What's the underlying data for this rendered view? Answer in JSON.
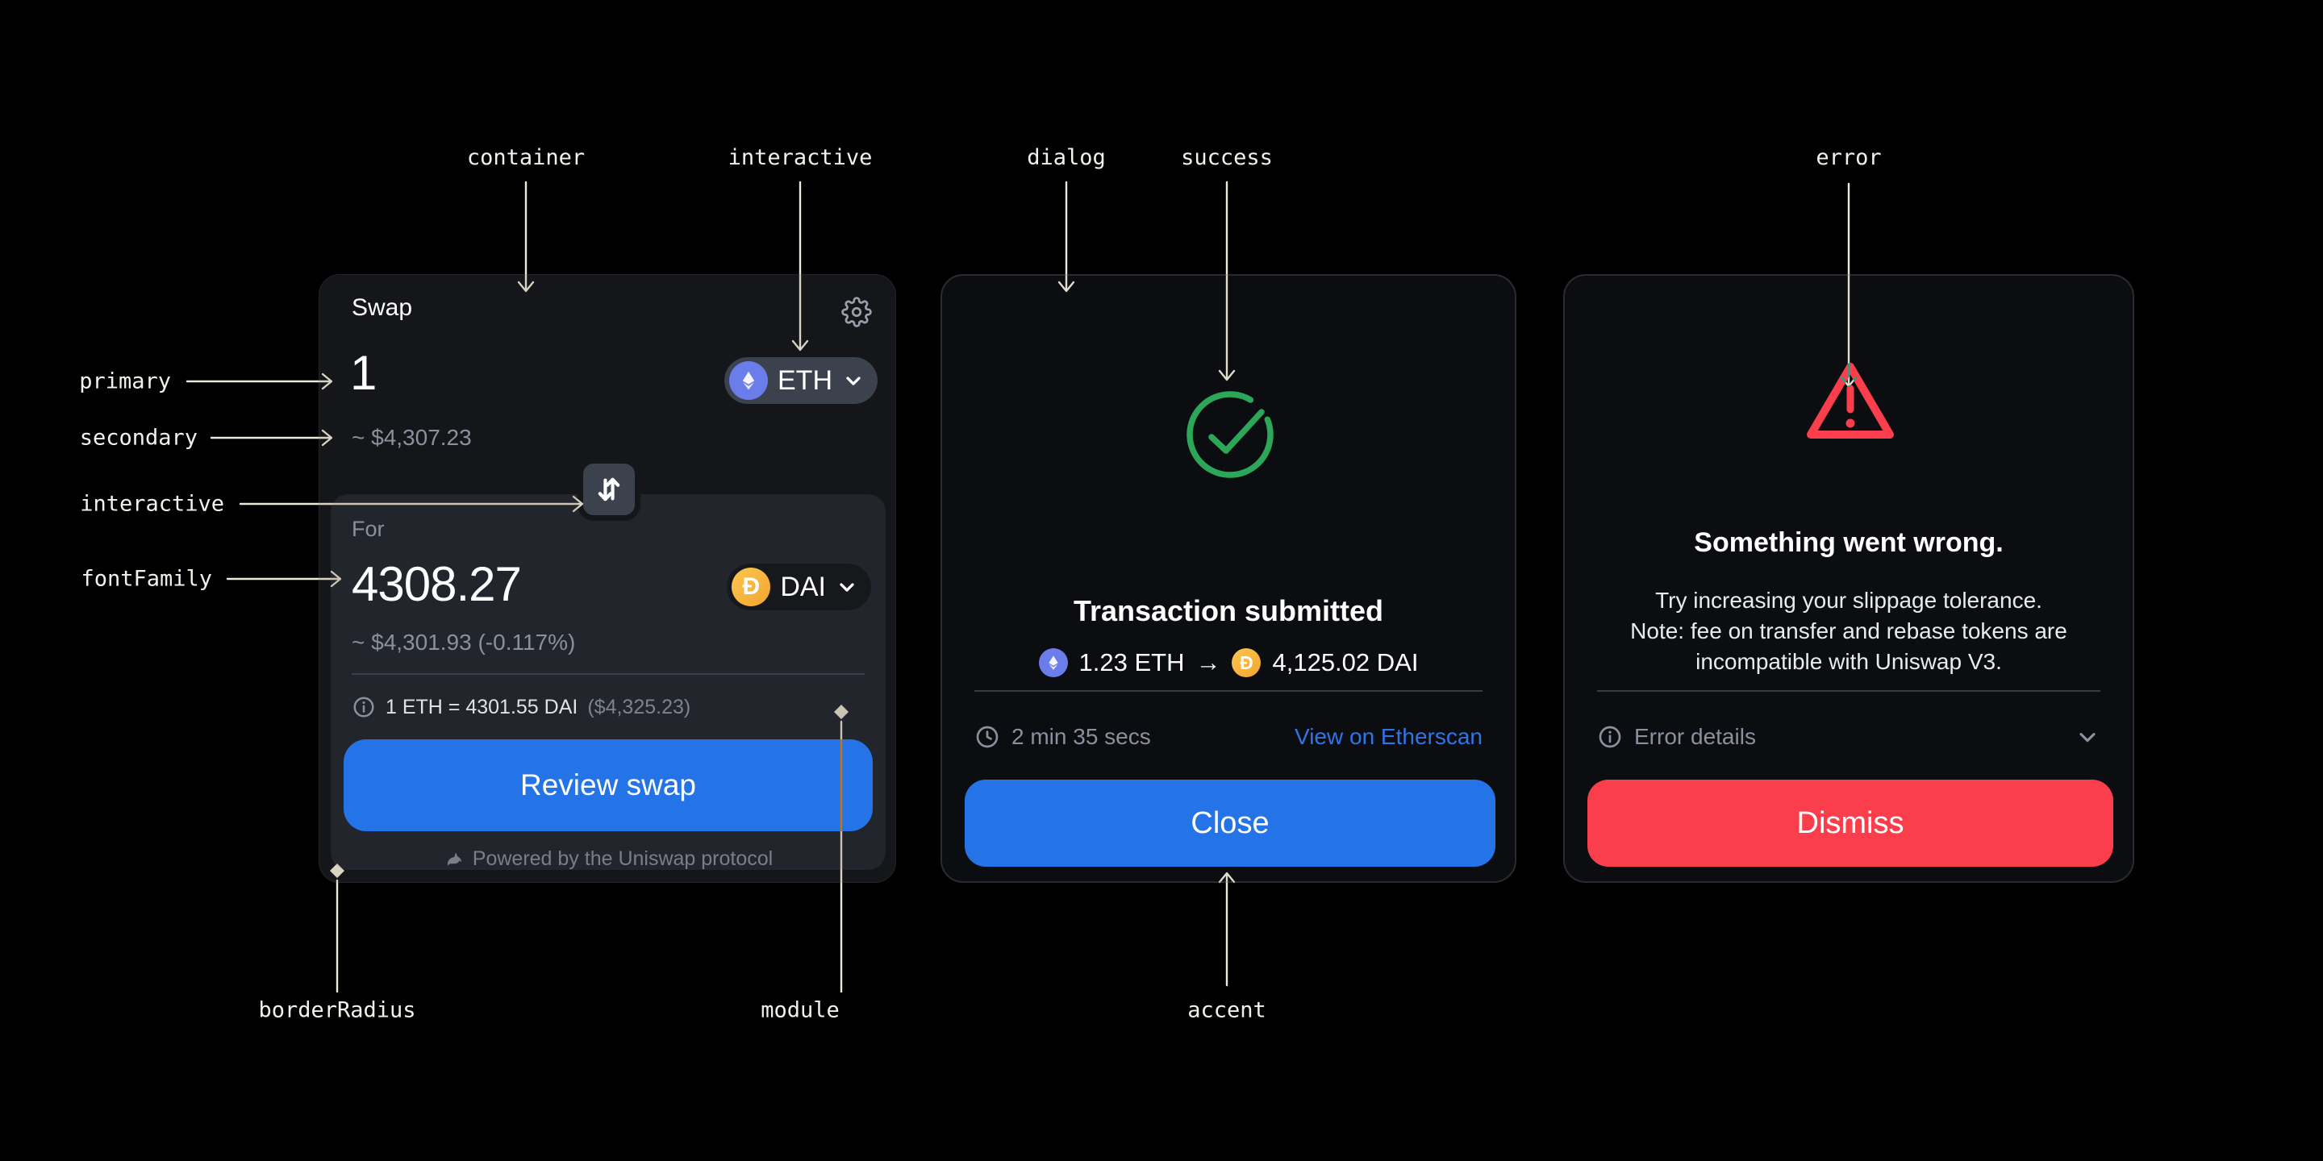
{
  "colors": {
    "page_bg": "#000000",
    "card_bg": "#15161a",
    "module_bg": "#22252b",
    "accent": "#2574e7",
    "success": "#2ca75a",
    "error": "#fa3e4c",
    "link": "#2f74e8",
    "primary_text": "#ffffff",
    "secondary_text": "#8a919e",
    "eth_token": "#6b7ceb",
    "dai_token": "#f5ac37"
  },
  "icons": {
    "gear": "gear-icon",
    "chevron_down": "chevron-down-icon",
    "ethereum": "ethereum-icon",
    "dai": "dai-icon",
    "swap_direction": "swap-arrows-icon",
    "info": "info-icon",
    "clock": "clock-icon",
    "check_circle": "check-circle-icon",
    "warning_triangle": "warning-triangle-icon",
    "unicorn": "uniswap-unicorn-icon"
  },
  "swap_card": {
    "title": "Swap",
    "input": {
      "amount": "1",
      "usd": "~ $4,307.23",
      "token": "ETH"
    },
    "output": {
      "label": "For",
      "amount": "4308.27",
      "usd": "~ $4,301.93 (-0.117%)",
      "token": "DAI"
    },
    "rate": {
      "text": "1 ETH = 4301.55 DAI",
      "usd": "($4,325.23)"
    },
    "review_button": "Review swap",
    "powered_by": "Powered by the Uniswap protocol"
  },
  "success_dialog": {
    "title": "Transaction submitted",
    "from_amount": "1.23 ETH",
    "arrow": "→",
    "to_amount": "4,125.02 DAI",
    "time": "2 min 35 secs",
    "link": "View on Etherscan",
    "close_button": "Close"
  },
  "error_dialog": {
    "title": "Something went wrong.",
    "body_lines": [
      "Try increasing your slippage tolerance.",
      "Note: fee on transfer and rebase tokens are",
      "incompatible with Uniswap V3."
    ],
    "details_label": "Error details",
    "dismiss_button": "Dismiss"
  },
  "annotations": {
    "top": [
      "container",
      "interactive",
      "dialog",
      "success",
      "error"
    ],
    "left": [
      "primary",
      "secondary",
      "interactive",
      "fontFamily"
    ],
    "bottom": [
      "borderRadius",
      "module",
      "accent"
    ]
  }
}
